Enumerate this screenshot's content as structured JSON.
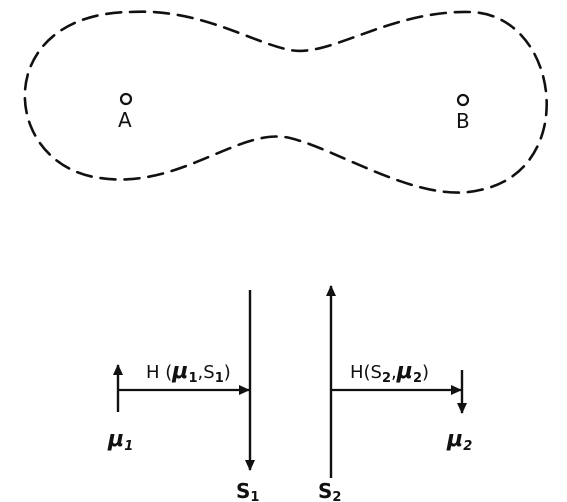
{
  "diagram": {
    "points": [
      {
        "id": "A",
        "label": "A"
      },
      {
        "id": "B",
        "label": "B"
      }
    ],
    "labels": {
      "mu1": {
        "base": "μ",
        "sub": "1"
      },
      "mu2": {
        "base": "μ",
        "sub": "2"
      },
      "s1": {
        "base": "S",
        "sub": "1"
      },
      "s2": {
        "base": "S",
        "sub": "2"
      },
      "h_left": {
        "prefix": "H (",
        "mu": "μ",
        "mu_sub": "1",
        "sep": ",S",
        "s_sub": "1",
        "suffix": ")"
      },
      "h_right": {
        "prefix": "H(S",
        "s_sub": "2",
        "sep": ",",
        "mu": "μ",
        "mu_sub": "2",
        "suffix": ")"
      }
    },
    "colors": {
      "ink": "#111111",
      "background": "#ffffff"
    }
  }
}
